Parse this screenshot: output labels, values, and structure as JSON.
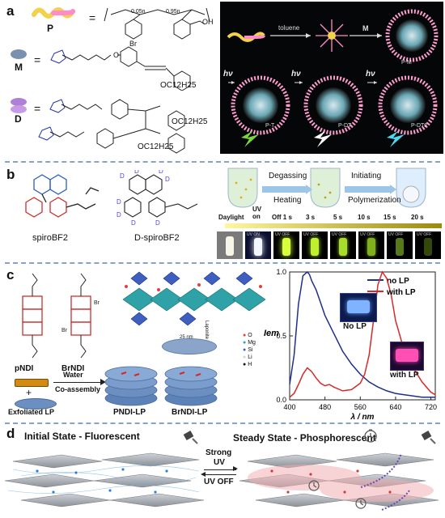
{
  "panel_a": {
    "label": "a",
    "P": "P",
    "M": "M",
    "D": "D",
    "eq": "=",
    "x_sub": "0.05n",
    "y_sub": "0.95n",
    "br": "Br",
    "oh": "OH",
    "o": "O",
    "chain": "OC12H25",
    "scheme_steps": [
      "toluene",
      "M",
      "hν",
      "hν",
      "hν"
    ],
    "states": [
      "P-M",
      "P-T",
      "P-DT",
      "P-DT2"
    ],
    "colors": {
      "polymer": "#ffb6d9",
      "yellow": "#e8d44a",
      "green": "#7bd63c",
      "white": "#ffffff",
      "cyan": "#4fd6f0"
    }
  },
  "panel_b": {
    "label": "b",
    "mol1": "spiroBF2",
    "mol2": "D-spiroBF2",
    "steps": [
      "Degassing",
      "Heating",
      "Initiating",
      "Polymerization"
    ],
    "timeline": [
      "Daylight",
      "UV on",
      "Off 1 s",
      "3 s",
      "5 s",
      "10 s",
      "15 s",
      "20 s"
    ],
    "uvon_tag": "UV ON",
    "uvoff_tag": "UV OFF",
    "d": "D"
  },
  "panel_c": {
    "label": "c",
    "mol1": "pNDI",
    "mol2": "BrNDI",
    "laponite": "Laponite (LP)",
    "water": "Water",
    "coassembly": "Co-assembly",
    "plus": "+",
    "exfoliated": "Exfoliated LP",
    "prod1": "PNDI-LP",
    "prod2": "BrNDI-LP",
    "dim": "25 nm",
    "elements": [
      "O",
      "Mg",
      "Si",
      "Li",
      "H"
    ],
    "chart_data": {
      "type": "line",
      "xlabel": "λ / nm",
      "ylabel": "Iem",
      "xlim": [
        400,
        730
      ],
      "ylim": [
        0,
        1.0
      ],
      "xticks": [
        400,
        480,
        560,
        640,
        720
      ],
      "yticks": [
        0.0,
        0.5,
        1.0
      ],
      "legend_position": "top-right",
      "series": [
        {
          "name": "no LP",
          "color": "#1f2f8c",
          "x": [
            400,
            410,
            420,
            430,
            440,
            445,
            450,
            460,
            470,
            480,
            500,
            520,
            540,
            560,
            580,
            600,
            620,
            640,
            660,
            680,
            700,
            720,
            730
          ],
          "y": [
            0.12,
            0.35,
            0.75,
            0.97,
            1.0,
            0.98,
            0.93,
            0.86,
            0.76,
            0.66,
            0.52,
            0.38,
            0.28,
            0.2,
            0.14,
            0.1,
            0.07,
            0.05,
            0.04,
            0.03,
            0.02,
            0.02,
            0.02
          ]
        },
        {
          "name": "with LP",
          "color": "#d62a2a",
          "x": [
            400,
            410,
            420,
            430,
            440,
            450,
            460,
            470,
            480,
            490,
            500,
            520,
            540,
            560,
            570,
            580,
            590,
            600,
            610,
            620,
            630,
            640,
            660,
            680,
            700,
            720,
            730
          ],
          "y": [
            0.02,
            0.05,
            0.12,
            0.2,
            0.25,
            0.22,
            0.17,
            0.13,
            0.11,
            0.12,
            0.1,
            0.07,
            0.08,
            0.13,
            0.2,
            0.35,
            0.62,
            0.9,
            1.0,
            0.95,
            0.82,
            0.62,
            0.38,
            0.25,
            0.14,
            0.06,
            0.04
          ]
        }
      ]
    },
    "inset1": "No LP",
    "inset2": "with LP"
  },
  "panel_d": {
    "label": "d",
    "state1": "Initial State - Fluorescent",
    "state2": "Steady State - Phosphorescent",
    "arrow_top": "Strong",
    "arrow_mid": "UV",
    "arrow_bot": "UV OFF"
  }
}
